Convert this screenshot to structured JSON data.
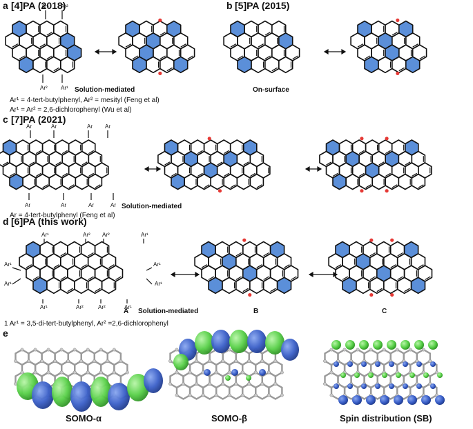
{
  "panels": [
    {
      "letter": "a",
      "title": "[4]PA (2018)"
    },
    {
      "letter": "b",
      "title": "[5]PA (2015)"
    },
    {
      "letter": "c",
      "title": "[7]PA (2021)"
    },
    {
      "letter": "d",
      "title": "[6]PA (this work)"
    },
    {
      "letter": "e",
      "title": ""
    }
  ],
  "captions": {
    "a_mode": "Solution-mediated",
    "a_line1": "Ar¹ = 4-tert-butylphenyl, Ar² = mesityl (Feng et al)",
    "a_line2": "Ar¹ = Ar² = 2,6-dichlorophenyl (Wu et al)",
    "b_mode": "On-surface",
    "c_mode": "Solution-mediated",
    "c_line": "Ar = 4-tert-butylphenyl (Feng et al)",
    "d_mode": "Solution-mediated",
    "d_line": "1  Ar¹ = 3,5-di-tert-butylphenyl, Ar² =2,6-dichlorophenyl",
    "d_A": "A",
    "d_B": "B",
    "d_C": "C"
  },
  "substituents": {
    "ar": "Ar",
    "ar1": "Ar¹",
    "ar2": "Ar²"
  },
  "orbital_labels": [
    "SOMO-α",
    "SOMO-β",
    "Spin distribution (SB)"
  ],
  "colors": {
    "ring_fill": "#5b8fd9",
    "bond": "#111111",
    "radical": "#e53935",
    "lobe_blue": "#3a5fc8",
    "lobe_green": "#58d048"
  }
}
